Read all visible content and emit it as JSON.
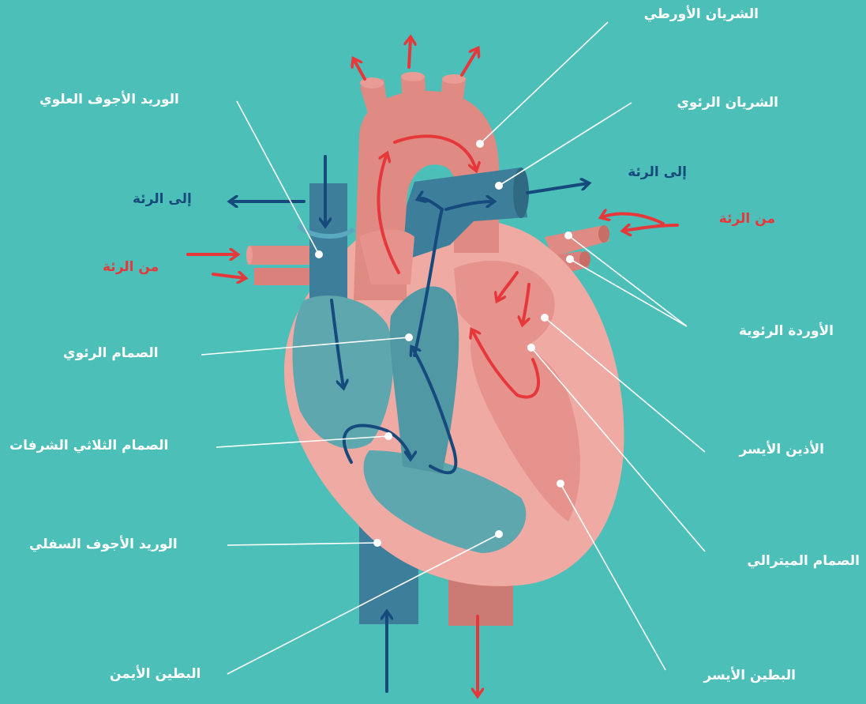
{
  "colors": {
    "background": "#4dbfb9",
    "deoxygenated_blood": "#174a7c",
    "oxygenated_blood": "#e6383b",
    "heart_tissue": "#eeaaa3",
    "vein_blue": "#3d7f9b",
    "artery_red": "#df8a82"
  },
  "labels": {
    "aorta": "الشريان الأورطي",
    "pulmonary_artery": "الشريان الرئوي",
    "to_lung_right": "إلى الرئة",
    "from_lung_right": "من الرئة",
    "pulmonary_veins": "الأوردة الرئوية",
    "left_atrium": "الأذين الأيسر",
    "mitral_valve": "الصمام الميترالي",
    "left_ventricle": "البطين الأيسر",
    "superior_vena_cava": "الوريد الأجوف العلوي",
    "to_lung_left": "إلى الرئة",
    "from_lung_left": "من الرئة",
    "pulmonary_valve": "الصمام الرئوي",
    "tricuspid_valve": "الصمام الثلاثي الشرفات",
    "inferior_vena_cava": "الوريد الأجوف السفلي",
    "right_ventricle": "البطين الأيمن"
  }
}
